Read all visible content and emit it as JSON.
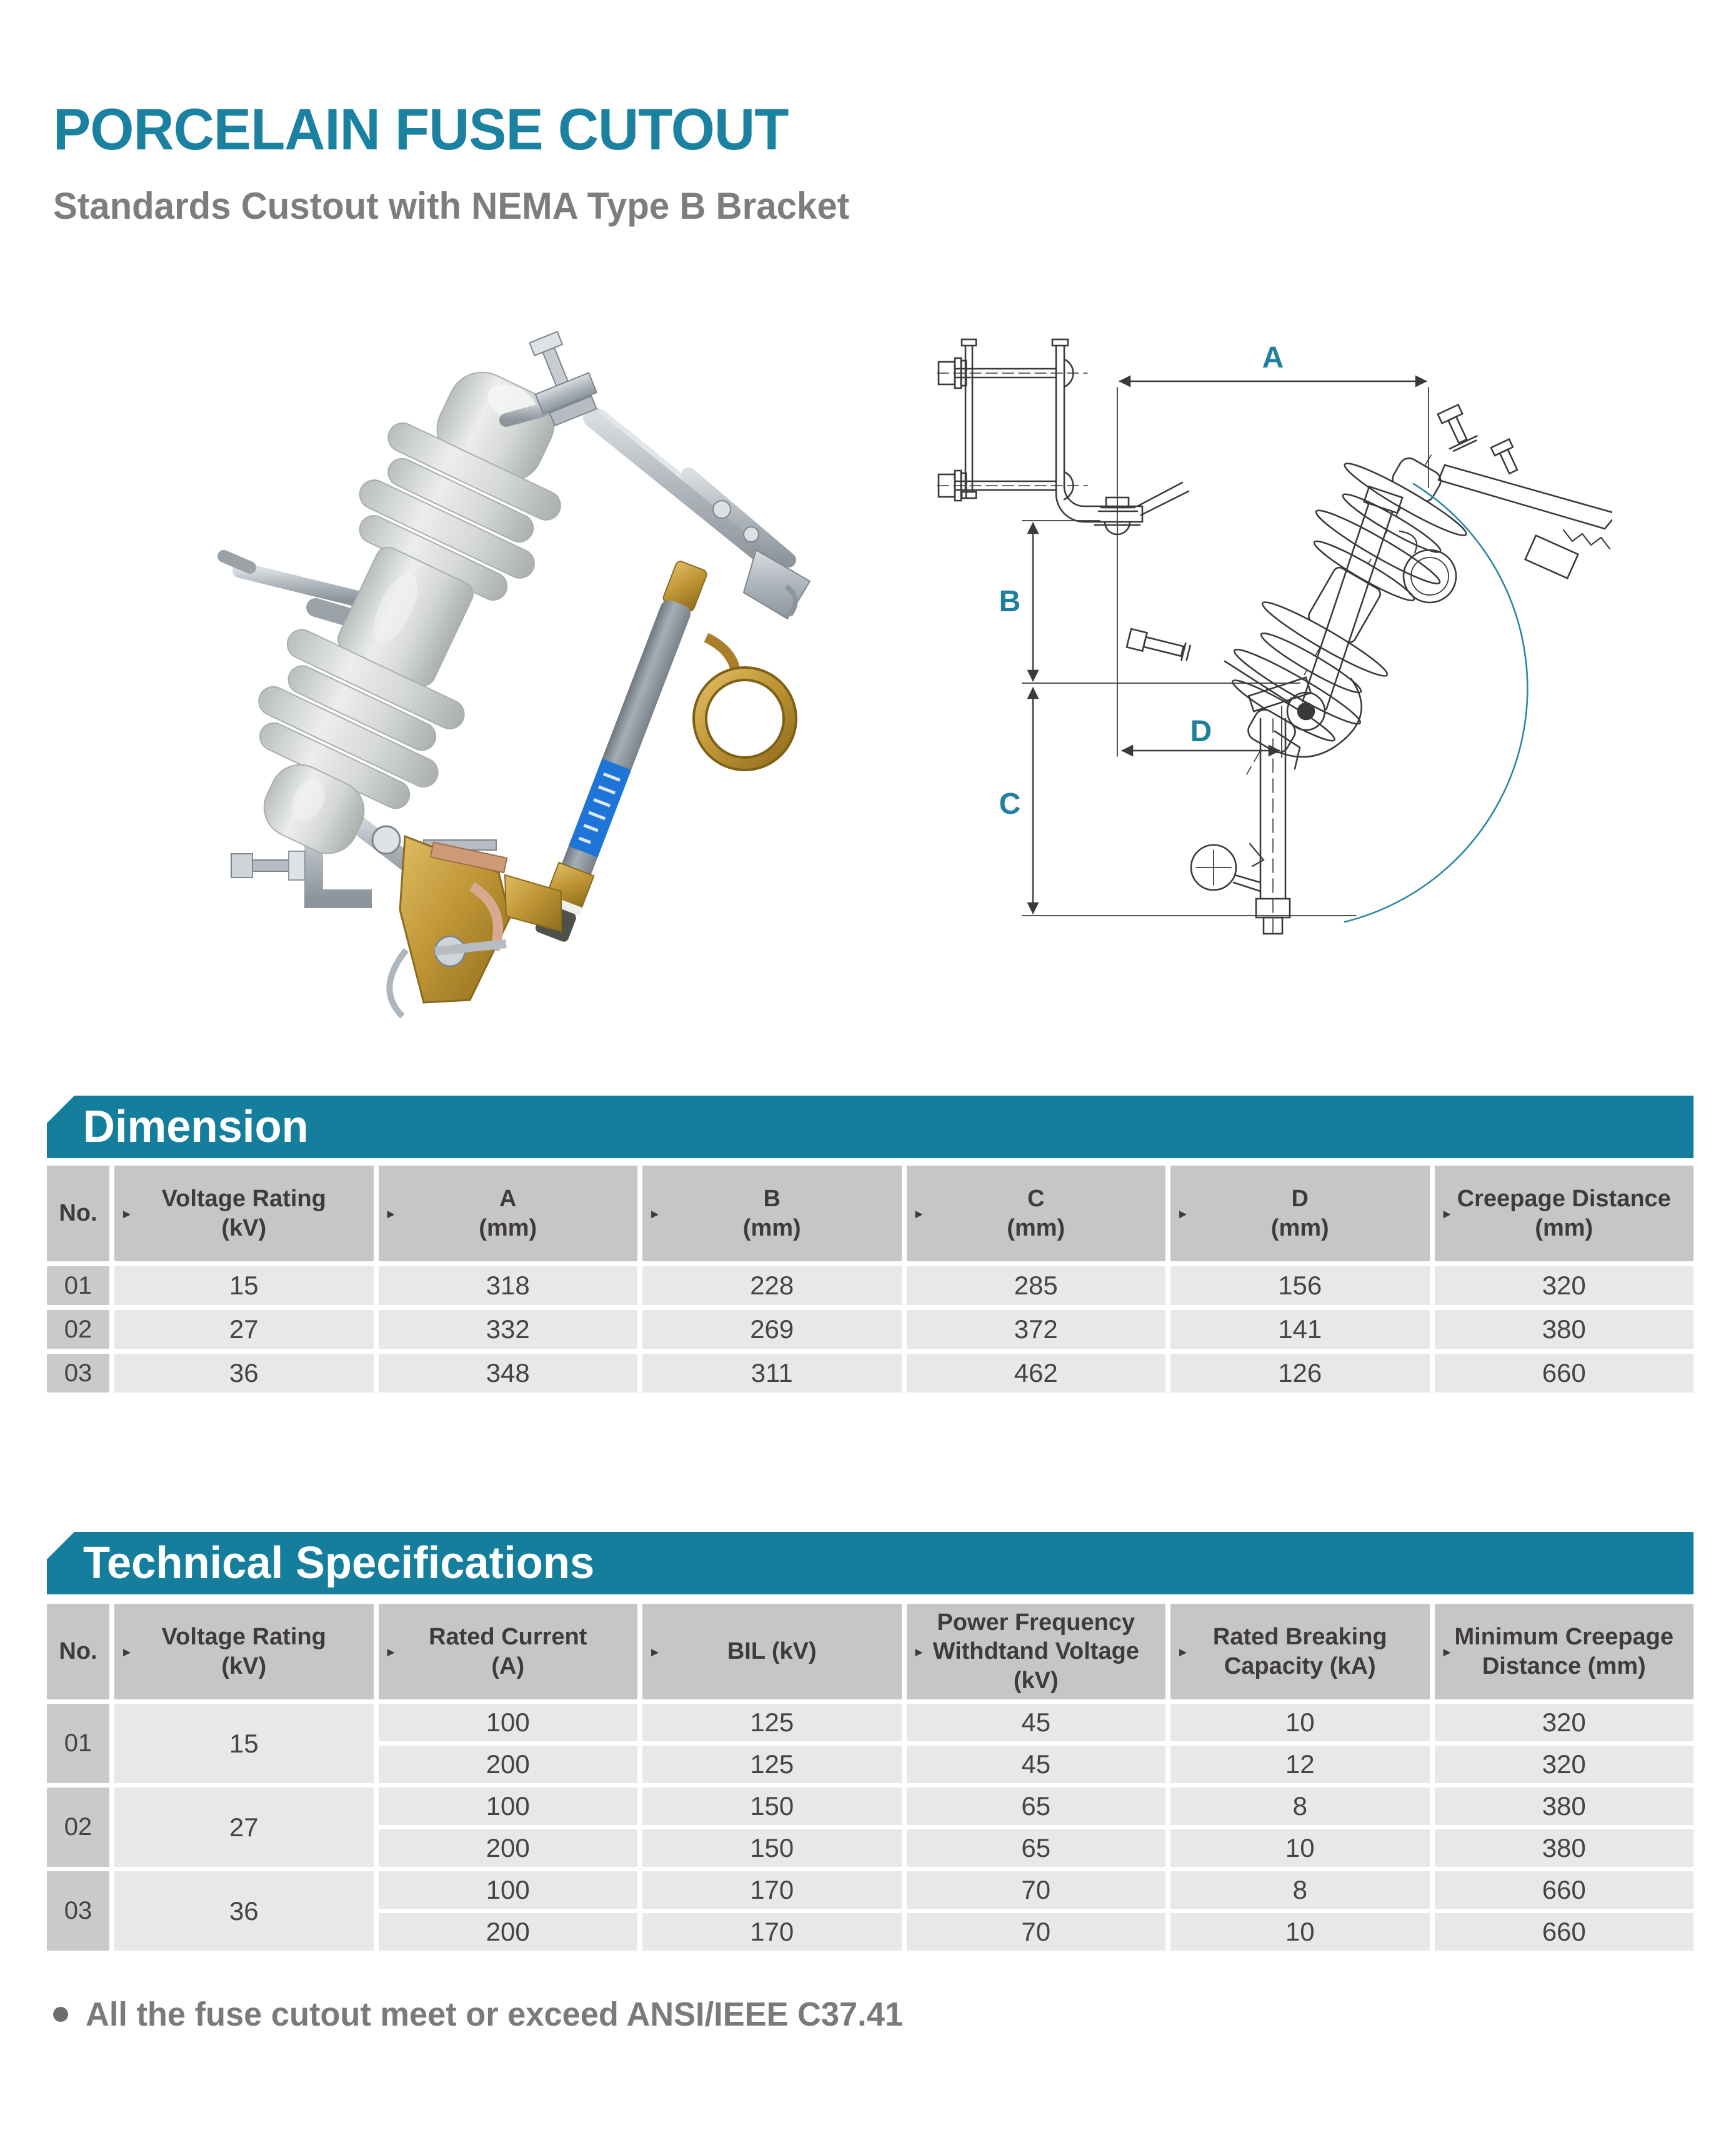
{
  "page": {
    "title": "PORCELAIN FUSE CUTOUT",
    "subtitle": "Standards Custout with NEMA Type B Bracket",
    "footer_note": "All the fuse cutout meet or exceed ANSI/IEEE C37.41",
    "header_marker_icon": "▸"
  },
  "colors": {
    "accent_teal": "#147e9c",
    "title_teal": "#1a81a0",
    "header_cell_gray": "#c7c6c6",
    "no_cell_gray": "#cbcaca",
    "data_cell_gray": "#e9e8e8",
    "text_dark": "#3f3b3a",
    "text_gray": "#7a7a7a",
    "drawing_line": "#3a3a3a",
    "porcelain_gray": "#d6d9d8",
    "brass_gold": "#c0983a",
    "fuse_tube_gray": "#8e979e",
    "label_blue": "#1f74d8"
  },
  "diagram": {
    "dim_labels": {
      "a": "A",
      "b": "B",
      "c": "C",
      "d": "D"
    }
  },
  "dimension_section": {
    "title": "Dimension",
    "columns": [
      "No.",
      "Voltage Rating\n(kV)",
      "A\n(mm)",
      "B\n(mm)",
      "C\n(mm)",
      "D\n(mm)",
      "Creepage Distance\n(mm)"
    ],
    "rows": [
      [
        "01",
        "15",
        "318",
        "228",
        "285",
        "156",
        "320"
      ],
      [
        "02",
        "27",
        "332",
        "269",
        "372",
        "141",
        "380"
      ],
      [
        "03",
        "36",
        "348",
        "311",
        "462",
        "126",
        "660"
      ]
    ]
  },
  "spec_section": {
    "title": "Technical Specifications",
    "columns": [
      "No.",
      "Voltage Rating\n(kV)",
      "Rated Current\n(A)",
      "BIL (kV)",
      "Power Frequency\nWithdtand Voltage\n(kV)",
      "Rated Breaking\nCapacity (kA)",
      "Minimum Creepage\nDistance (mm)"
    ],
    "groups": [
      {
        "no": "01",
        "voltage": "15",
        "rows": [
          [
            "100",
            "125",
            "45",
            "10",
            "320"
          ],
          [
            "200",
            "125",
            "45",
            "12",
            "320"
          ]
        ]
      },
      {
        "no": "02",
        "voltage": "27",
        "rows": [
          [
            "100",
            "150",
            "65",
            "8",
            "380"
          ],
          [
            "200",
            "150",
            "65",
            "10",
            "380"
          ]
        ]
      },
      {
        "no": "03",
        "voltage": "36",
        "rows": [
          [
            "100",
            "170",
            "70",
            "8",
            "660"
          ],
          [
            "200",
            "170",
            "70",
            "10",
            "660"
          ]
        ]
      }
    ]
  }
}
